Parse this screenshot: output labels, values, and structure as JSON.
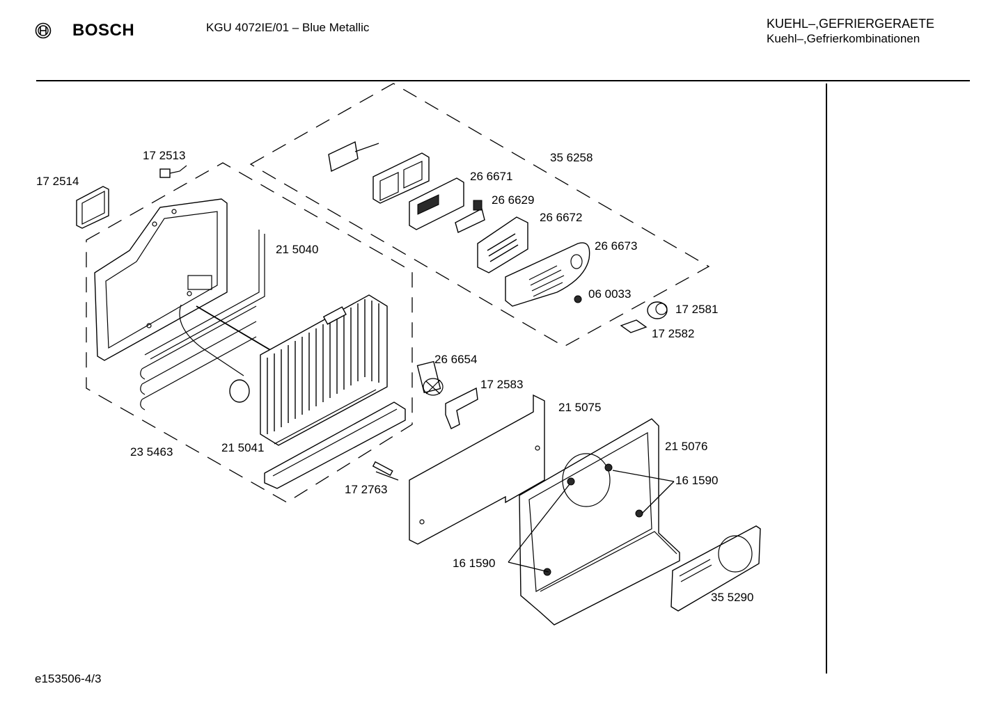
{
  "header": {
    "brand": "BOSCH",
    "model": "KGU 4072IE/01 – Blue Metallic",
    "category_line1": "KUEHL–,GEFRIERGERAETE",
    "category_line2": "Kuehl–,Gefrierkombinationen"
  },
  "footer": {
    "doc_id": "e153506-4/3"
  },
  "parts": {
    "p172513": "17 2513",
    "p172514": "17 2514",
    "p215040": "21 5040",
    "p356258": "35 6258",
    "p266671": "26 6671",
    "p266629": "26 6629",
    "p266672": "26 6672",
    "p266673": "26 6673",
    "p060033": "06 0033",
    "p172581": "17 2581",
    "p172582": "17 2582",
    "p266654": "26 6654",
    "p172583": "17 2583",
    "p215075": "21 5075",
    "p215076": "21 5076",
    "p161590a": "16 1590",
    "p161590b": "16 1590",
    "p235463": "23 5463",
    "p215041": "21 5041",
    "p172763": "17 2763",
    "p355290": "35 5290"
  }
}
